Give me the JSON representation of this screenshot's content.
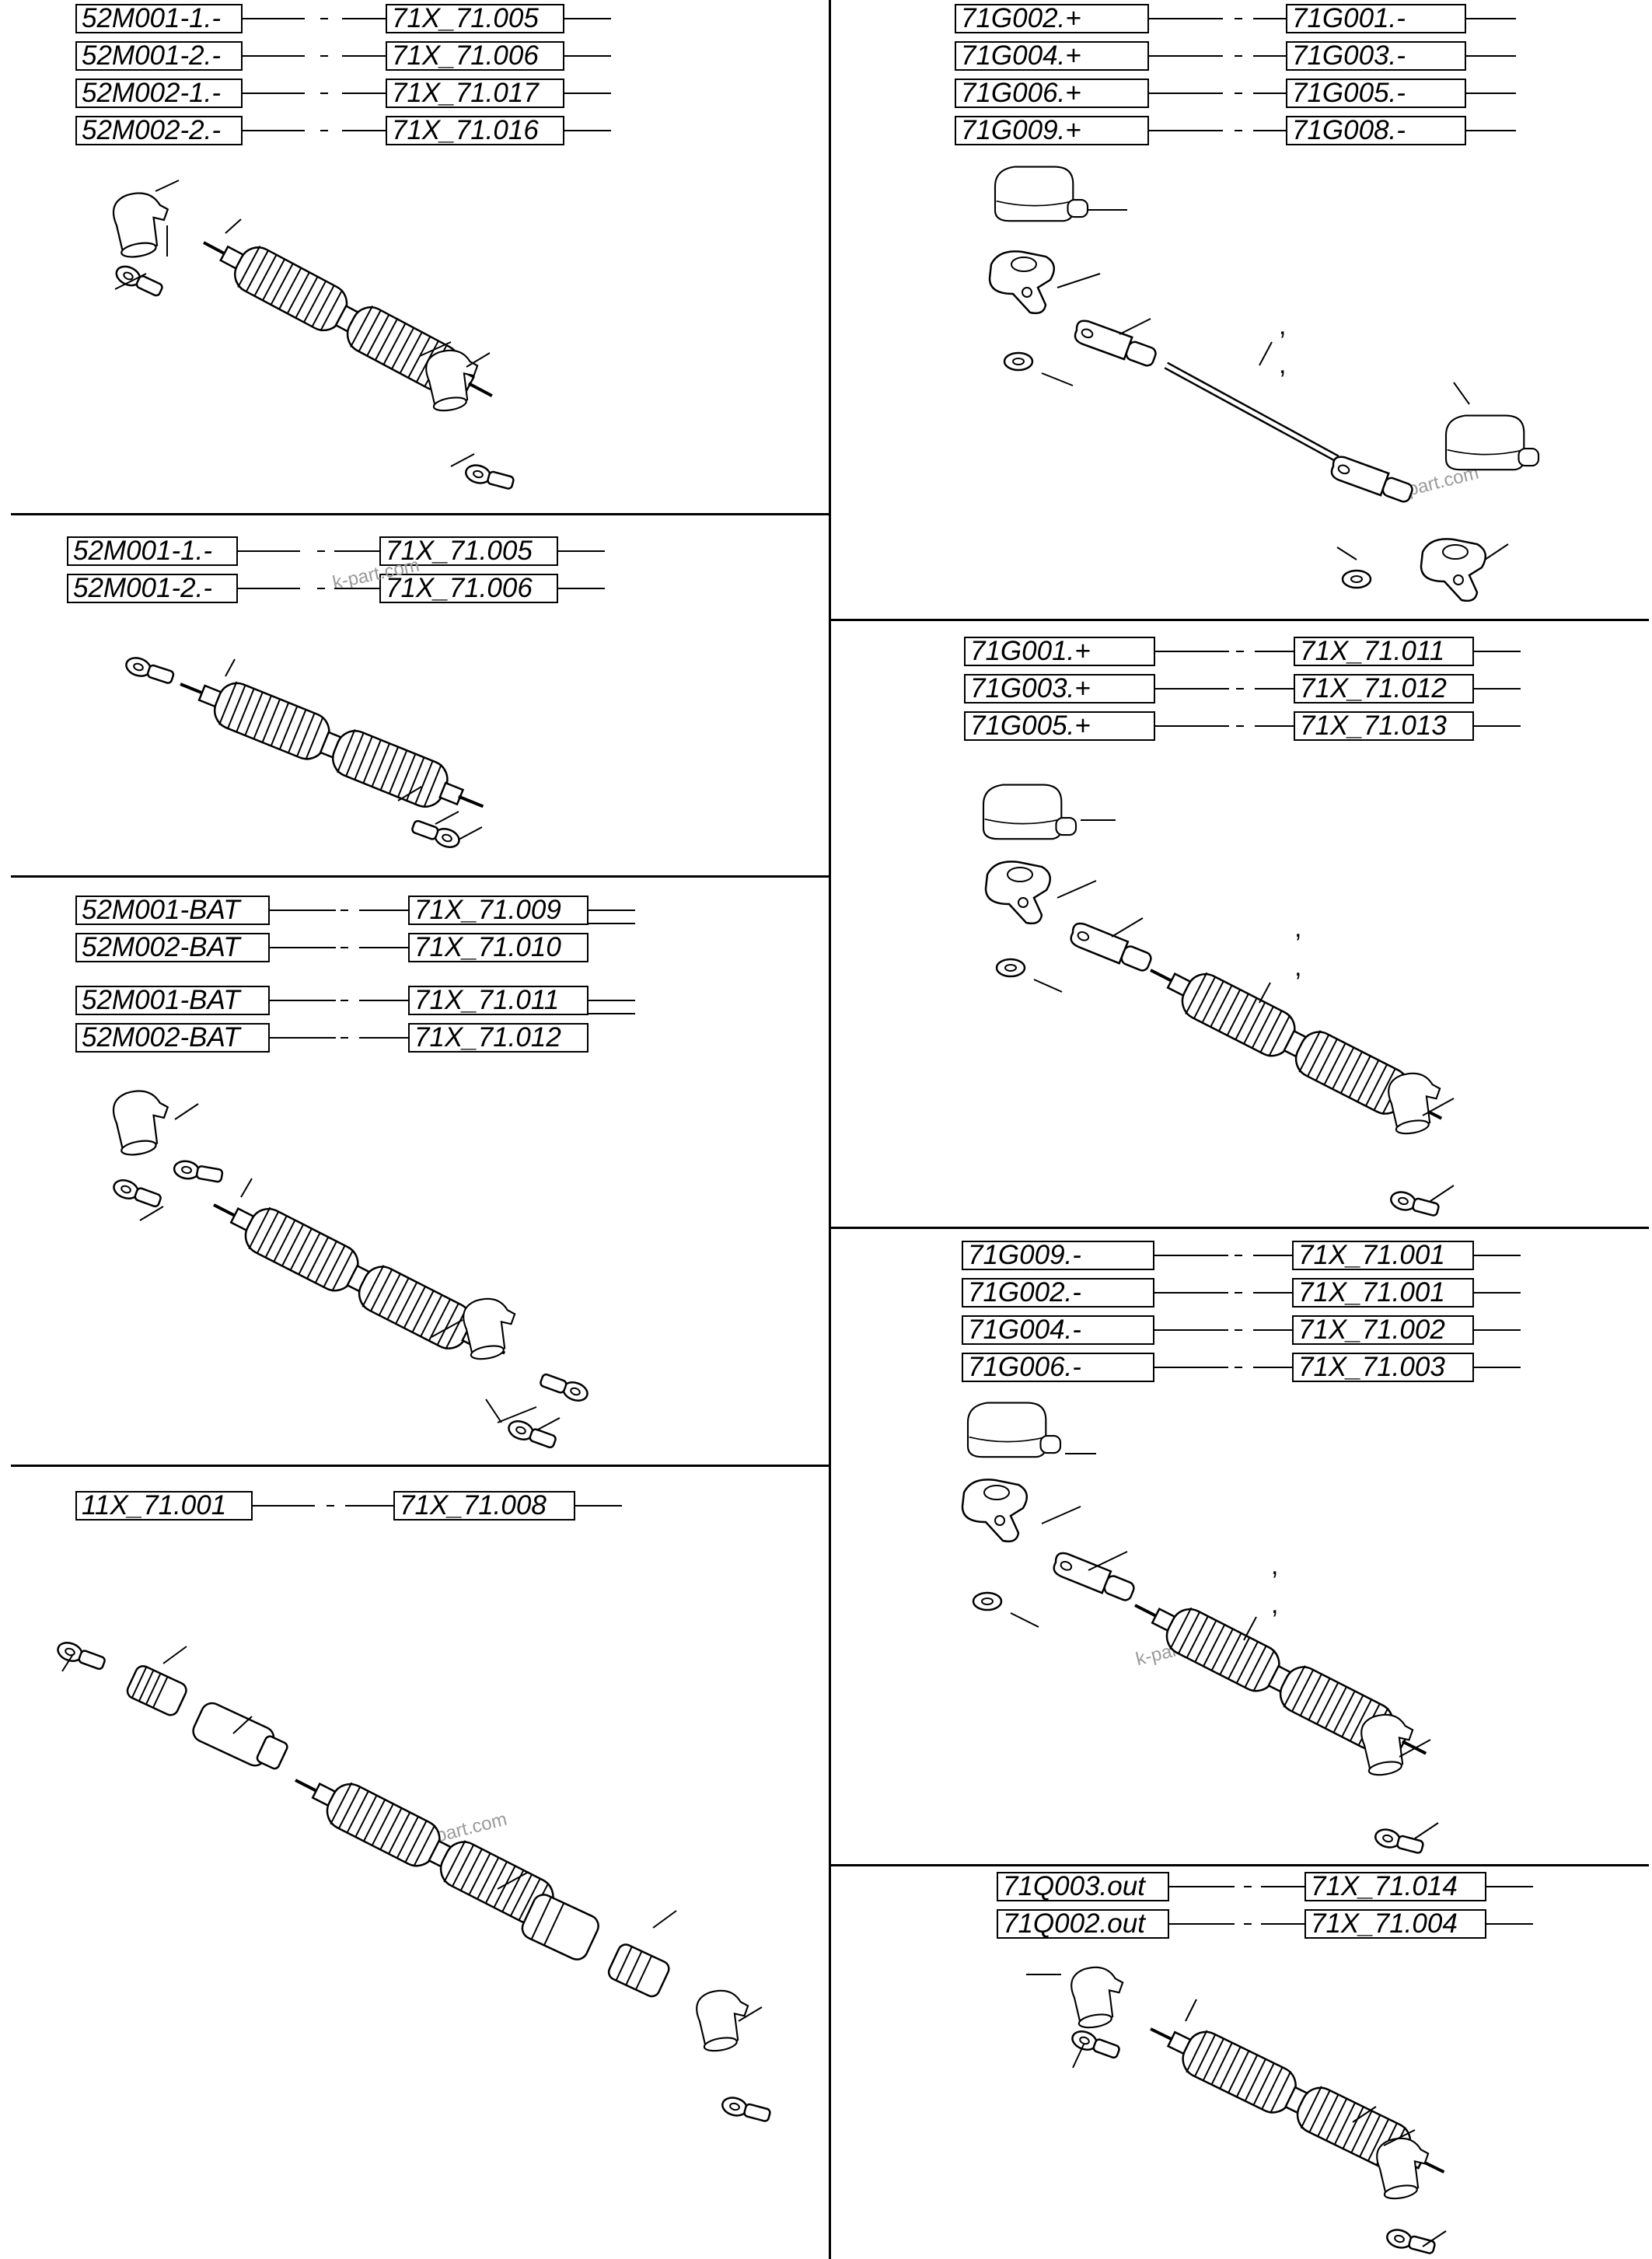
{
  "panels": [
    {
      "id": "p1",
      "rows": [
        {
          "from": "52M001-1.-",
          "to": "71X_71.005"
        },
        {
          "from": "52M001-2.-",
          "to": "71X_71.006"
        },
        {
          "from": "52M002-1.-",
          "to": "71X_71.017"
        },
        {
          "from": "52M002-2.-",
          "to": "71X_71.016"
        }
      ]
    },
    {
      "id": "p2",
      "rows": [
        {
          "from": "52M001-1.-",
          "to": "71X_71.005"
        },
        {
          "from": "52M001-2.-",
          "to": "71X_71.006"
        }
      ]
    },
    {
      "id": "p3",
      "rows": [
        {
          "from": "52M001-BAT",
          "to": "71X_71.009"
        },
        {
          "from": "52M002-BAT",
          "to": "71X_71.010"
        },
        {
          "from": "52M001-BAT",
          "to": "71X_71.011"
        },
        {
          "from": "52M002-BAT",
          "to": "71X_71.012"
        }
      ]
    },
    {
      "id": "p4",
      "rows": [
        {
          "from": "11X_71.001",
          "to": "71X_71.008"
        }
      ]
    },
    {
      "id": "p5",
      "rows": [
        {
          "from": "71G002.+",
          "to": "71G001.-"
        },
        {
          "from": "71G004.+",
          "to": "71G003.-"
        },
        {
          "from": "71G006.+",
          "to": "71G005.-"
        },
        {
          "from": "71G009.+",
          "to": "71G008.-"
        }
      ]
    },
    {
      "id": "p6",
      "rows": [
        {
          "from": "71G001.+",
          "to": "71X_71.011"
        },
        {
          "from": "71G003.+",
          "to": "71X_71.012"
        },
        {
          "from": "71G005.+",
          "to": "71X_71.013"
        }
      ]
    },
    {
      "id": "p7",
      "rows": [
        {
          "from": "71G009.-",
          "to": "71X_71.001"
        },
        {
          "from": "71G002.-",
          "to": "71X_71.001"
        },
        {
          "from": "71G004.-",
          "to": "71X_71.002"
        },
        {
          "from": "71G006.-",
          "to": "71X_71.003"
        }
      ]
    },
    {
      "id": "p8",
      "rows": [
        {
          "from": "71Q003.out",
          "to": "71X_71.014"
        },
        {
          "from": "71Q002.out",
          "to": "71X_71.004"
        }
      ]
    }
  ],
  "watermark": "k-part.com",
  "comma": ","
}
